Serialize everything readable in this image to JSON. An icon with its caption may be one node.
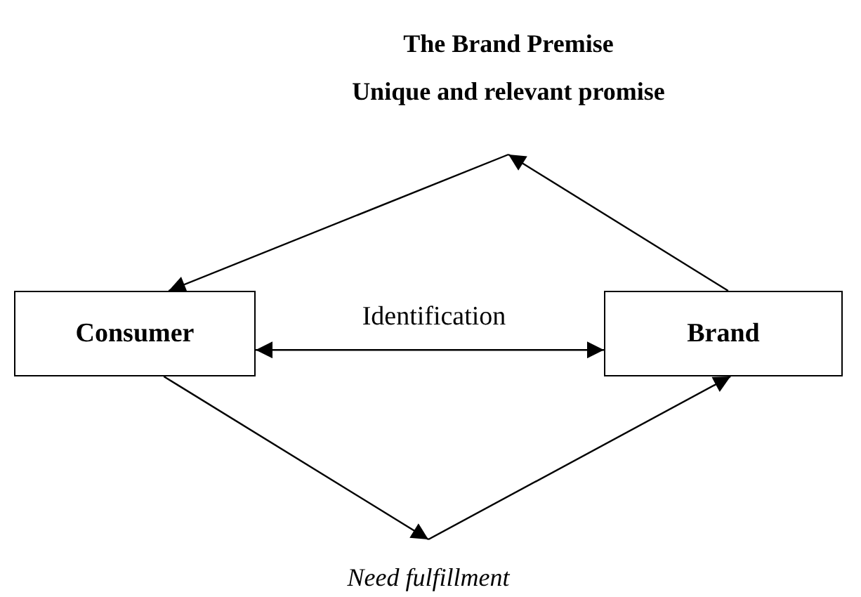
{
  "diagram": {
    "nodes": [
      {
        "text": [
          "Consumer"
        ]
      },
      {
        "text": [
          "Brand"
        ]
      },
      {
        "text": [
          "The Brand Premise",
          "Unique and relevant promise"
        ]
      },
      {
        "text": [
          "Need fulfillment"
        ]
      }
    ],
    "edges": [
      {
        "from": 0,
        "to": 1,
        "arrow": "both",
        "label": "Identification"
      },
      {
        "from": 1,
        "to": 2,
        "arrow": "to"
      },
      {
        "from": 2,
        "to": 0,
        "arrow": "to"
      },
      {
        "from": 0,
        "to": 3,
        "arrow": "to"
      },
      {
        "from": 3,
        "to": 1,
        "arrow": "to"
      }
    ]
  }
}
